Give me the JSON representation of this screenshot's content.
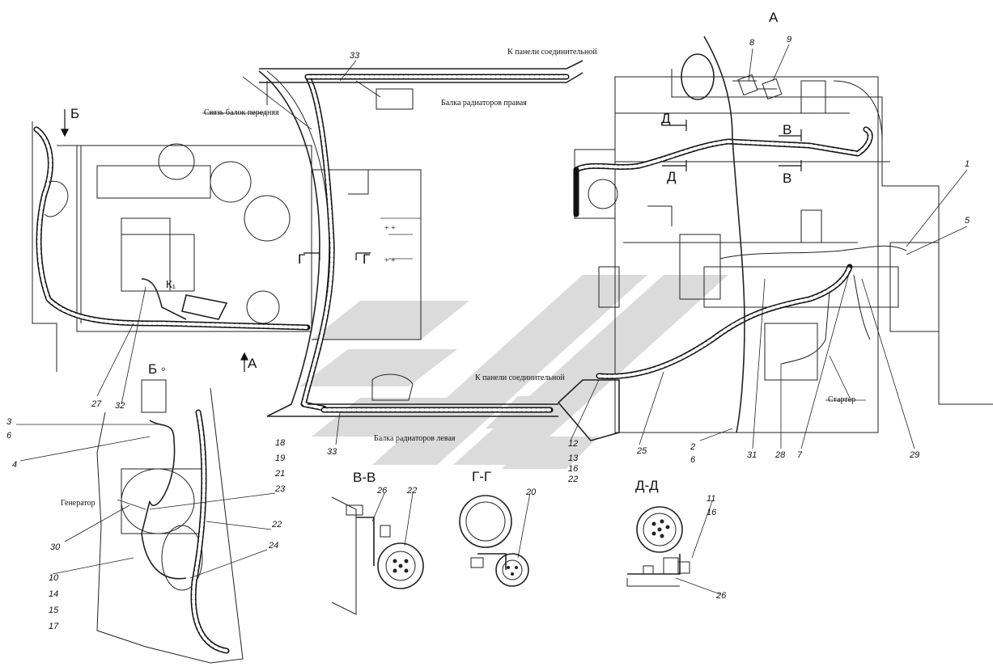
{
  "views": {
    "view_a": "А",
    "view_b": "Б",
    "view_b_detail": "Б ◦",
    "arrow_b": "Б",
    "arrow_a": "А",
    "cut_g_left": "Г",
    "cut_g_right": "Г",
    "cut_v_top": "В",
    "cut_v_bottom": "В",
    "cut_d_top": "Д",
    "cut_d_bottom": "Д",
    "k1": "К₁"
  },
  "captions": {
    "section_vv": "В-В",
    "section_gg": "Г-Г",
    "section_dd": "Д-Д"
  },
  "text_labels": {
    "to_panel_top": "К панели соединительной",
    "to_panel_bottom": "К панели соединительной",
    "radiator_beam_right": "Балка радиаторов правая",
    "radiator_beam_left": "Балка радиаторов левая",
    "front_beam_link": "Связь балок передняя",
    "generator": "Генератор",
    "starter": "Стартер"
  },
  "callouts": {
    "n33_top": "33",
    "n33_bottom": "33",
    "n8": "8",
    "n9": "9",
    "n1": "1",
    "n5": "5",
    "n27": "27",
    "n32": "32",
    "n3": "3",
    "n6a": "6",
    "n4": "4",
    "n18": "18",
    "n19": "19",
    "n21": "21",
    "n23": "23",
    "n22a": "22",
    "n24": "24",
    "n30": "30",
    "n10": "10",
    "n14": "14",
    "n15": "15",
    "n17": "17",
    "n12": "12",
    "n13": "13",
    "n16a": "16",
    "n22b": "22",
    "n25": "25",
    "n2": "2",
    "n6b": "6",
    "n31": "31",
    "n28": "28",
    "n7": "7",
    "n29": "29",
    "n26a": "26",
    "n22c": "22",
    "n20": "20",
    "n11": "11",
    "n16b": "16",
    "n26b": "26"
  }
}
